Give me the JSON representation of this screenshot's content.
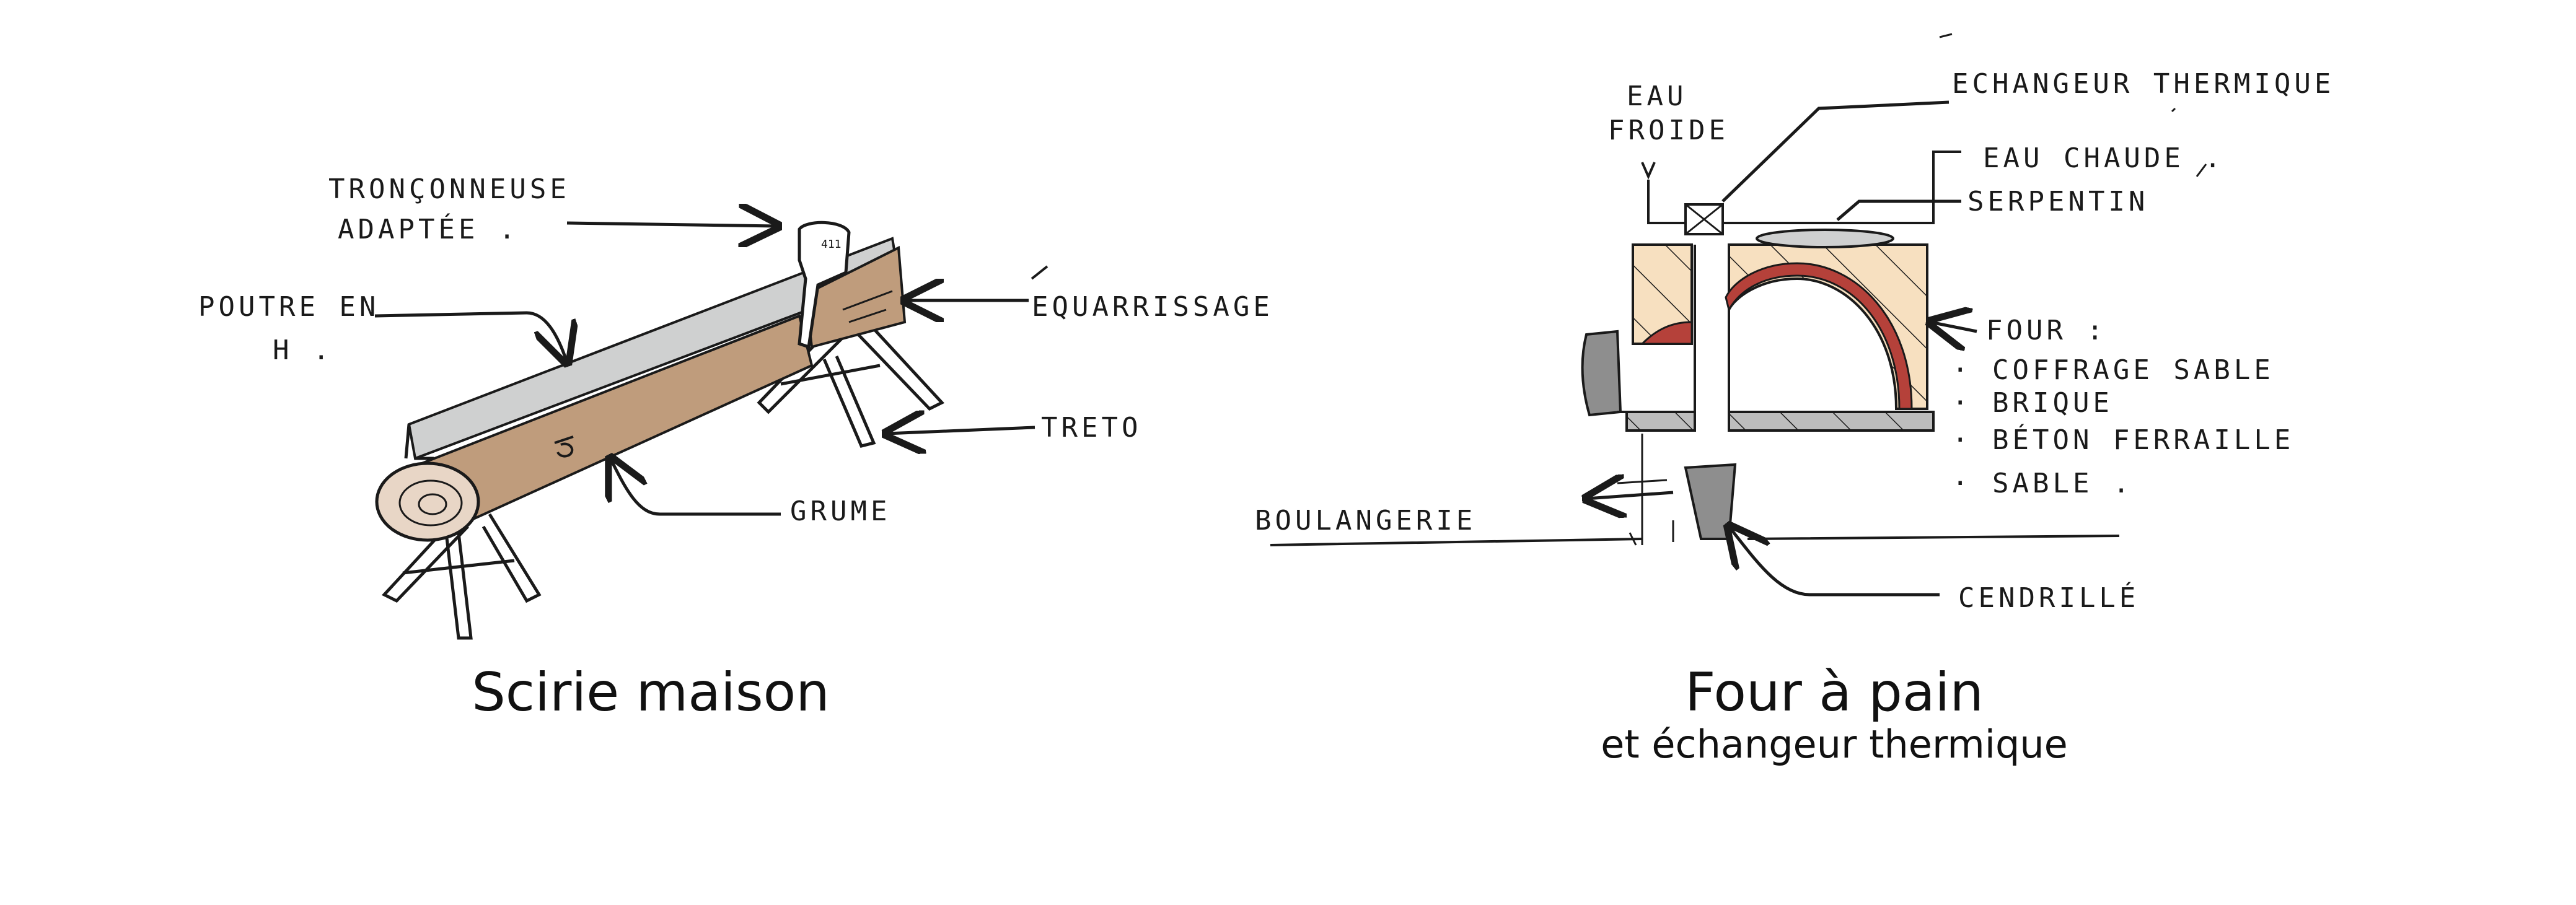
{
  "left_figure": {
    "caption": "Scirie maison",
    "labels": {
      "chainsaw_line1": "TRONÇONNEUSE",
      "chainsaw_line2": "ADAPTÉE .",
      "beam_line1": "POUTRE EN",
      "beam_line2": "H .",
      "squaring": "EQUARRISSAGE",
      "trestle": "TRETO",
      "log": "GRUME"
    },
    "colors": {
      "log": "#bf9c7c",
      "beam": "#cfd0d0",
      "log_end": "#e8d6c6",
      "ink": "#1a1a1a"
    }
  },
  "right_figure": {
    "caption": "Four à pain",
    "subcaption": "et échangeur thermique",
    "labels": {
      "cold_water_line1": "EAU",
      "cold_water_line2": "FROIDE",
      "heat_exchanger": "ECHANGEUR THERMIQUE",
      "hot_water": "EAU CHAUDE .",
      "coil": "SERPENTIN",
      "oven": "FOUR :",
      "formwork": "· COFFRAGE SABLE",
      "brick": "· BRIQUE",
      "concrete": "· BÉTON FERRAILLE",
      "sand": "· SABLE .",
      "bakery": "BOULANGERIE",
      "ash_pit": "CENDRILLÉ"
    },
    "colors": {
      "sand": "#f7e0c0",
      "brick": "#b5413a",
      "stone": "#8e8e8e",
      "ink": "#1a1a1a"
    }
  }
}
